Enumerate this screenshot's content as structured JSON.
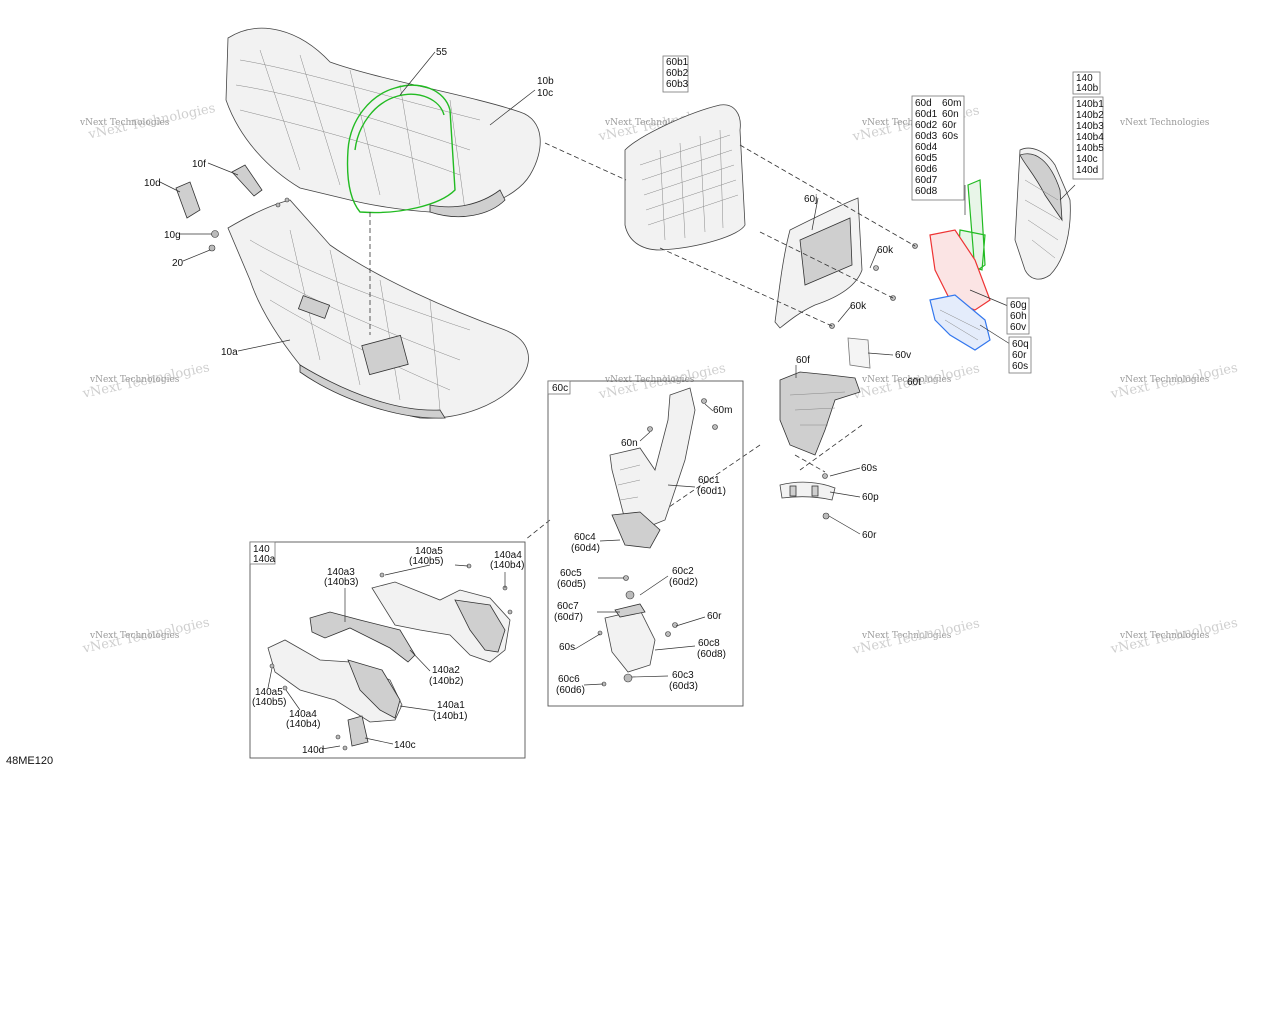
{
  "diagram_code": "48ME120",
  "watermark": "vNext Technologies",
  "callouts": {
    "c55": "55",
    "c10b": "10b",
    "c10c": "10c",
    "c10f": "10f",
    "c10d": "10d",
    "c10g": "10g",
    "c20": "20",
    "c10a": "10a",
    "c60j": "60j",
    "c60k_1": "60k",
    "c60k_2": "60k",
    "c60g": "60g",
    "c60h": "60h",
    "c60v_r": "60v",
    "c60q": "60q",
    "c60r_r": "60r",
    "c60s_r": "60s",
    "c60f": "60f",
    "c60v": "60v",
    "c60t": "60t",
    "c60s": "60s",
    "c60p": "60p",
    "c60r": "60r",
    "c60m": "60m",
    "c60n": "60n",
    "c60c1": "60c1",
    "c60d1": "(60d1)",
    "c60c4": "60c4",
    "c60d4": "(60d4)",
    "c60c5": "60c5",
    "c60d5": "(60d5)",
    "c60c2": "60c2",
    "c60d2": "(60d2)",
    "c60c7": "60c7",
    "c60d7": "(60d7)",
    "c60r_i": "60r",
    "c60s_i": "60s",
    "c60c8": "60c8",
    "c60d8": "(60d8)",
    "c60c6": "60c6",
    "c60d6": "(60d6)",
    "c60c3": "60c3",
    "c60d3": "(60d3)",
    "c140a5": "140a5",
    "c140b5": "(140b5)",
    "c140a4": "140a4",
    "c140b4": "(140b4)",
    "c140a3": "140a3",
    "c140b3": "(140b3)",
    "c140a2": "140a2",
    "c140b2": "(140b2)",
    "c140a5_b": "140a5",
    "c140b5_b": "(140b5)",
    "c140a4_b": "140a4",
    "c140b4_b": "(140b4)",
    "c140a1": "140a1",
    "c140b1": "(140b1)",
    "c140d": "140d",
    "c140c": "140c"
  },
  "label_boxes": {
    "box_60b": [
      "60b1",
      "60b2",
      "60b3"
    ],
    "box_60d": [
      "60d",
      "60d1",
      "60d2",
      "60d3",
      "60d4",
      "60d5",
      "60d6",
      "60d7",
      "60d8"
    ],
    "box_60m": [
      "60m",
      "60n",
      "60r",
      "60s"
    ],
    "box_140": [
      "140",
      "140b"
    ],
    "box_140b": [
      "140b1",
      "140b2",
      "140b3",
      "140b4",
      "140b5",
      "140c",
      "140d"
    ]
  },
  "insets": {
    "inset_60c": "60c",
    "inset_140": [
      "140",
      "140a"
    ]
  },
  "colors": {
    "green_outline": "#22bb22",
    "red_outline": "#ee3333",
    "blue_outline": "#3377ee"
  }
}
